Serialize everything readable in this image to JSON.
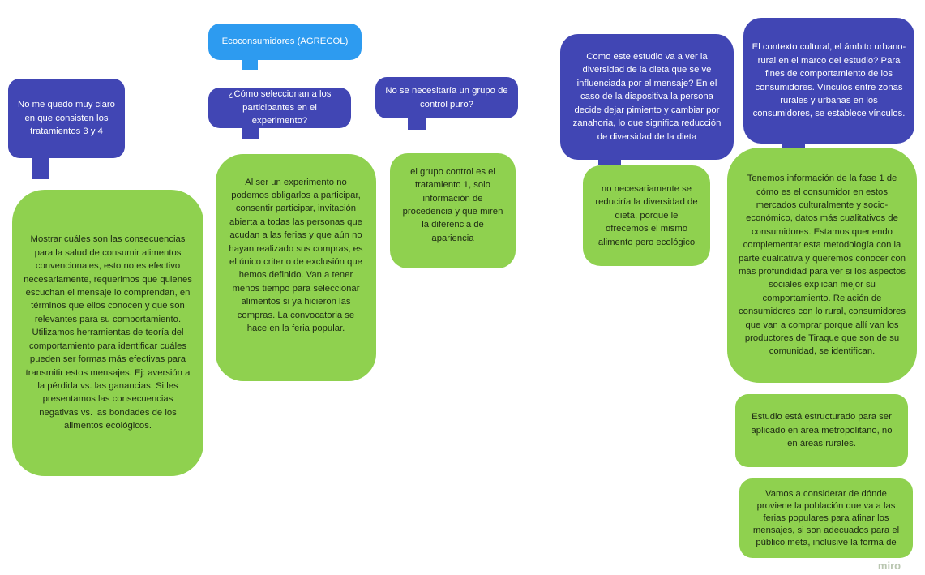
{
  "questions": {
    "q1": "No me quedo muy claro en que consisten los tratamientos 3 y 4",
    "ecoconsumidores": "Ecoconsumidores (AGRECOL)",
    "q2": "¿Cómo seleccionan a los participantes en el experimento?",
    "q3": "No se necesitaría un grupo de control puro?",
    "q4": "Como este estudio va a ver la diversidad de la dieta que se ve influenciada por el mensaje? En el caso de la diapositiva la persona decide dejar pimiento y cambiar por zanahoria, lo que significa reducción de diversidad de la dieta",
    "q5": "El contexto cultural, el ámbito urbano-rural en el marco del estudio? Para fines de comportamiento de los consumidores. Vínculos entre zonas rurales y urbanas en los consumidores, se establece vínculos."
  },
  "answers": {
    "a1": "Mostrar cuáles son las consecuencias para la salud de consumir alimentos convencionales, esto no es efectivo necesariamente, requerimos que quienes escuchan el mensaje lo comprendan, en términos que ellos conocen y que son relevantes para su comportamiento. Utilizamos herramientas de teoría del comportamiento para identificar cuáles pueden ser formas más efectivas para transmitir estos mensajes. Ej: aversión a la pérdida vs. las ganancias. Si les presentamos las consecuencias negativas vs. las bondades de los alimentos ecológicos.",
    "a2": "Al ser un experimento no podemos obligarlos a participar, consentir participar, invitación abierta a todas las personas que acudan a las ferias y que aún no hayan realizado sus compras, es el único criterio de exclusión que hemos definido. Van a tener menos tiempo para seleccionar alimentos si ya hicieron las compras. La convocatoria se hace en la feria popular.",
    "a3": "el grupo control es el tratamiento 1, solo información de procedencia y que miren la diferencia de apariencia",
    "a4": "no necesariamente se reduciría la diversidad de dieta, porque le ofrecemos el mismo alimento pero ecológico",
    "a5": "Tenemos información de la fase 1 de cómo es el consumidor en estos mercados culturalmente y socio-económico, datos más cualitativos de consumidores. Estamos queriendo complementar esta metodología con la parte cualitativa y queremos conocer con más profundidad para ver si los aspectos sociales explican mejor su comportamiento. Relación de consumidores con lo rural, consumidores que van a comprar porque allí van los productores de Tiraque que son de su comunidad, se identifican.",
    "a6": "Estudio está estructurado para ser aplicado en área metropolitano, no en áreas rurales.",
    "a7": "Vamos a considerar de dónde proviene la población que va a las ferias populares para afinar los mensajes, si son adecuados para el público meta, inclusive la forma de"
  },
  "watermark": "miro",
  "colors": {
    "question": "#4146b4",
    "header": "#2d9bf0",
    "answer": "#8fd14f"
  }
}
